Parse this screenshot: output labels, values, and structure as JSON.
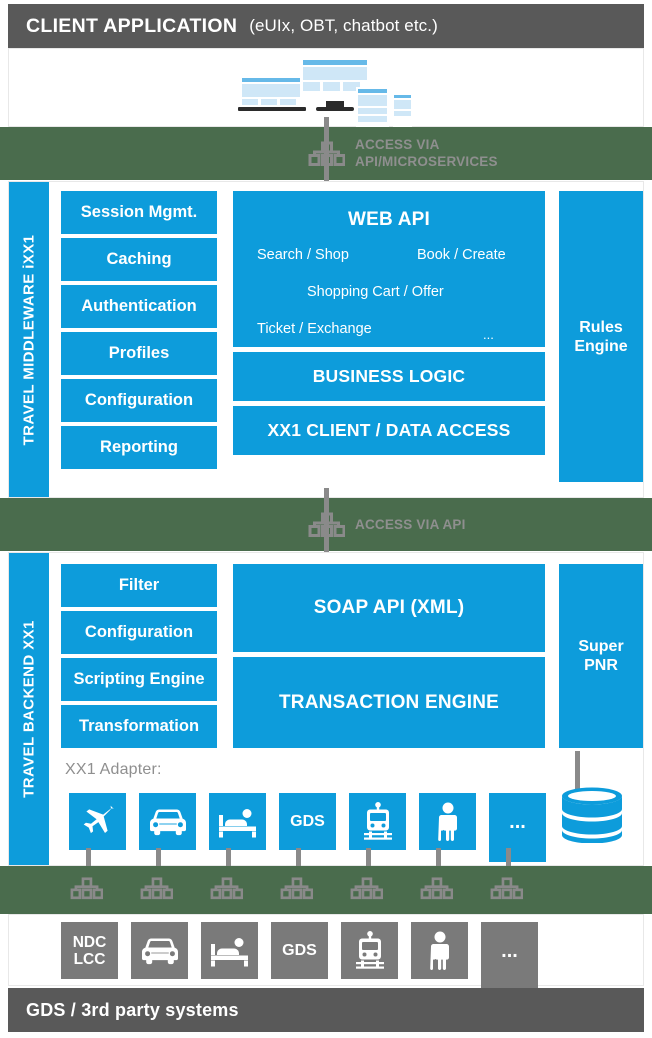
{
  "header": {
    "title": "CLIENT APPLICATION",
    "subtitle": "(eUIx, OBT, chatbot etc.)"
  },
  "client_area": {
    "devices_alt": "laptop, desktop monitor, tablet and smartphone illustration"
  },
  "access_bands": [
    {
      "id": "access-api-microservices",
      "label": "ACCESS VIA\nAPI/MICROSERVICES"
    },
    {
      "id": "access-api",
      "label": "ACCESS VIA API"
    }
  ],
  "middleware": {
    "side_label": "TRAVEL MIDDLEWARE iXX1",
    "left_blocks": [
      "Session Mgmt.",
      "Caching",
      "Authentication",
      "Profiles",
      "Configuration",
      "Reporting"
    ],
    "web_api": {
      "title": "WEB API",
      "items": [
        "Search / Shop",
        "Book / Create",
        "Shopping  Cart / Offer",
        "Ticket / Exchange",
        "..."
      ]
    },
    "business_logic": "BUSINESS LOGIC",
    "data_access": "XX1 CLIENT / DATA ACCESS",
    "rules_engine": "Rules\nEngine"
  },
  "backend": {
    "side_label": "TRAVEL BACKEND XX1",
    "left_blocks": [
      "Filter",
      "Configuration",
      "Scripting Engine",
      "Transformation"
    ],
    "soap_api": "SOAP API (XML)",
    "transaction_engine": "TRANSACTION ENGINE",
    "super_pnr": "Super\nPNR",
    "adapter_label": "XX1 Adapter:",
    "adapters": [
      {
        "icon": "airplane-icon",
        "label": ""
      },
      {
        "icon": "car-icon",
        "label": ""
      },
      {
        "icon": "hotel-bed-icon",
        "label": ""
      },
      {
        "icon": "text-icon",
        "label": "GDS"
      },
      {
        "icon": "train-icon",
        "label": ""
      },
      {
        "icon": "person-icon",
        "label": ""
      },
      {
        "icon": "ellipsis-icon",
        "label": "..."
      }
    ]
  },
  "third_party": {
    "systems": [
      {
        "icon": "text-icon",
        "label": "NDC\nLCC"
      },
      {
        "icon": "car-icon",
        "label": ""
      },
      {
        "icon": "hotel-bed-icon",
        "label": ""
      },
      {
        "icon": "text-icon",
        "label": "GDS"
      },
      {
        "icon": "train-icon",
        "label": ""
      },
      {
        "icon": "person-icon",
        "label": ""
      },
      {
        "icon": "ellipsis-icon",
        "label": "..."
      }
    ]
  },
  "footer": {
    "title": "GDS / 3rd party systems"
  },
  "colors": {
    "brand_blue": "#0d9cdb",
    "band_green": "#4a6c4d",
    "header_gray": "#595959",
    "tile_gray": "#7a7a7a",
    "connector_gray": "#8a8a8a",
    "label_gray": "#8f8f8f"
  }
}
